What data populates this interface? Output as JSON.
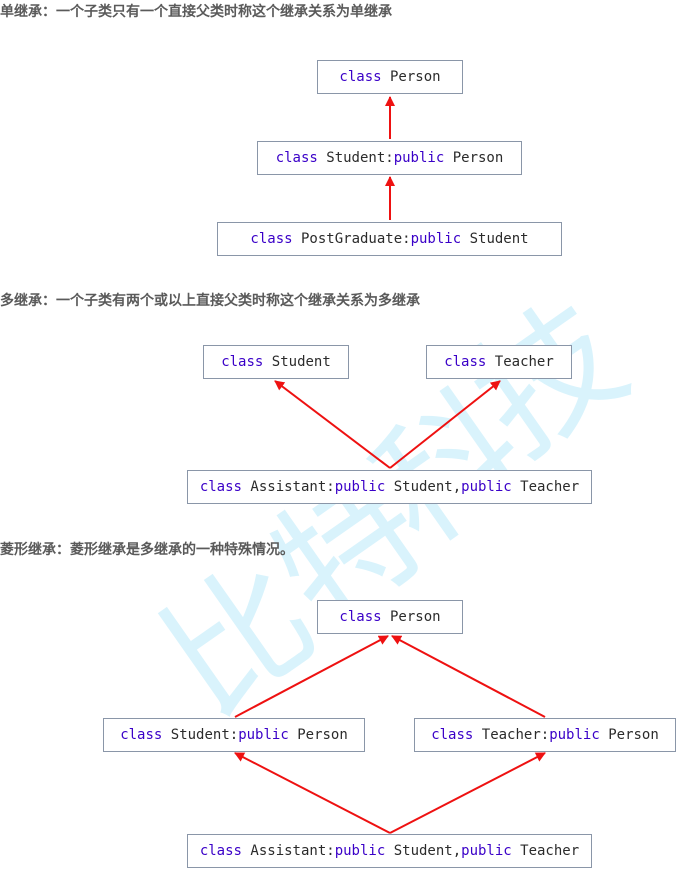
{
  "headings": {
    "single": "单继承：一个子类只有一个直接父类时称这个继承关系为单继承",
    "multiple": "多继承：一个子类有两个或以上直接父类时称这个继承关系为多继承",
    "diamond": "菱形继承：菱形继承是多继承的一种特殊情况。"
  },
  "keywords": {
    "class": "class",
    "public": "public"
  },
  "single": {
    "person": {
      "name": " Person"
    },
    "student": {
      "name": " Student:",
      "base": " Person"
    },
    "postgraduate": {
      "name": " PostGraduate:",
      "base": " Student"
    }
  },
  "multiple": {
    "student": {
      "name": " Student"
    },
    "teacher": {
      "name": " Teacher"
    },
    "assistant": {
      "name": " Assistant:",
      "base1": " Student,",
      "base2": " Teacher"
    }
  },
  "diamond": {
    "person": {
      "name": " Person"
    },
    "student": {
      "name": " Student:",
      "base": " Person"
    },
    "teacher": {
      "name": " Teacher:",
      "base": " Person"
    },
    "assistant": {
      "name": " Assistant:",
      "base1": " Student,",
      "base2": " Teacher"
    }
  },
  "watermark": "比特科技",
  "colors": {
    "keyword": "#3a00c8",
    "arrow": "#ee1111",
    "heading": "#5a5a5a",
    "watermark": "#50c8f0"
  }
}
